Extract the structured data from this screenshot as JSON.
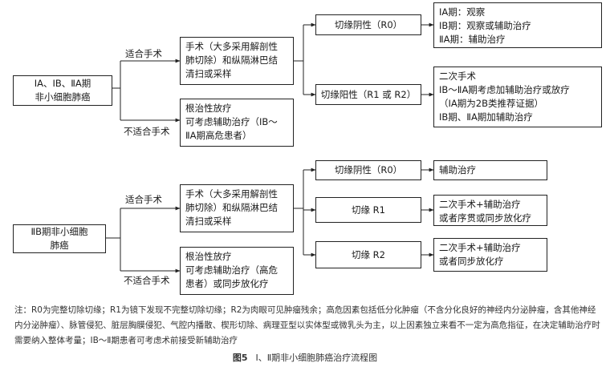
{
  "section1": {
    "root": "ⅠA、ⅠB、ⅡA期\n非小细胞肺癌",
    "branch_yes": "适合手术",
    "branch_no": "不适合手术",
    "surgery": "手术（大多采用解剖性\n肺切除）和纵隔淋巴结\n清扫或采样",
    "no_surgery": "根治性放疗\n可考虑辅助治疗（ⅠB～\nⅡA期高危患者）",
    "r0": "切缘阴性（R0）",
    "r1r2": "切缘阳性（R1 或 R2）",
    "r0_result": "ⅠA期：观察\nⅠB期：观察或辅助治疗\nⅡA期：辅助治疗",
    "r1r2_result": "二次手术\nⅠB～ⅡA期考虑加辅助治疗或放疗\n（ⅠA期为2B类推荐证据）\nⅠB期、ⅡA期加辅助治疗"
  },
  "section2": {
    "root": "ⅡB期非小细胞\n肺癌",
    "branch_yes": "适合手术",
    "branch_no": "不适合手术",
    "surgery": "手术（大多采用解剖性\n肺切除）和纵隔淋巴结\n清扫或采样",
    "no_surgery": "根治性放疗\n可考虑辅助治疗（高危\n患者）或同步放化疗",
    "r0": "切缘阴性（R0）",
    "r1": "切缘 R1",
    "r2": "切缘 R2",
    "r0_result": "辅助治疗",
    "r1_result": "二次手术+辅助治疗\n或者序贯或同步放化疗",
    "r2_result": "二次手术+辅助治疗\n或者同步放化疗"
  },
  "note": "注：R0为完整切除切缘；R1为镜下发现不完整切除切缘；R2为肉眼可见肿瘤残余；高危因素包括低分化肿瘤（不含分化良好的神经内分泌肿瘤，含其他神经内分泌肿瘤）、脉管侵犯、脏层胸膜侵犯、气腔内播散、楔形切除、病理亚型以实体型或微乳头为主，以上因素独立来看不一定为高危指征，在决定辅助治疗时需要纳入整体考量；ⅠB～Ⅱ期患者可考虑术前接受新辅助治疗",
  "caption": {
    "figure_label": "图5",
    "title": "Ⅰ、Ⅱ期非小细胞肺癌治疗流程图"
  }
}
